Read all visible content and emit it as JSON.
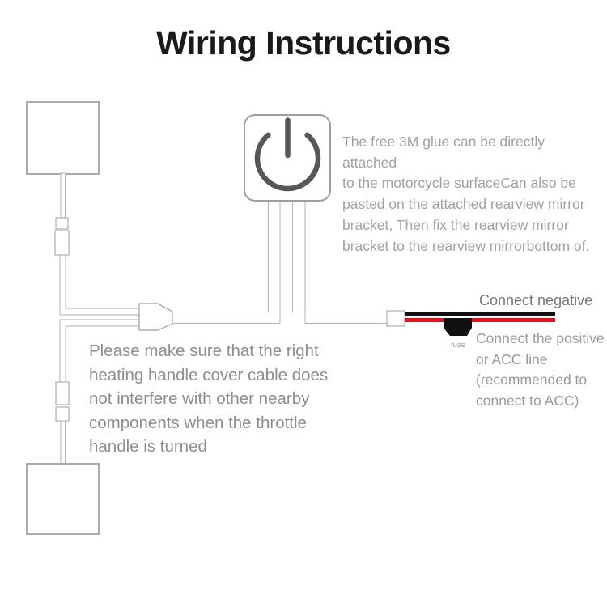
{
  "title": "Wiring Instructions",
  "notes": {
    "glue": "The free 3M glue can be directly attached\nto the motorcycle surfaceCan also be\npasted on the attached rearview mirror\nbracket, Then fix the rearview mirror\nbracket to the rearview mirrorbottom of.",
    "caution": "Please make sure that the right\nheating handle cover cable does\nnot interfere with other nearby\ncomponents when the throttle\nhandle is turned"
  },
  "labels": {
    "connect_negative": "Connect negative",
    "connect_positive": "Connect the positive\nor ACC line\n(recommended to\nconnect to ACC)",
    "fuse": "fuse"
  },
  "icons": {
    "power_button": "power-icon"
  },
  "colors": {
    "wire_black": "#111111",
    "wire_red": "#e8101b",
    "wire_outline": "#b3b3b3",
    "component_outline": "#9e9e9e",
    "power_icon_gray": "#575757",
    "title_color": "#1a1a1a",
    "note_gray": "#a1a1a1"
  }
}
